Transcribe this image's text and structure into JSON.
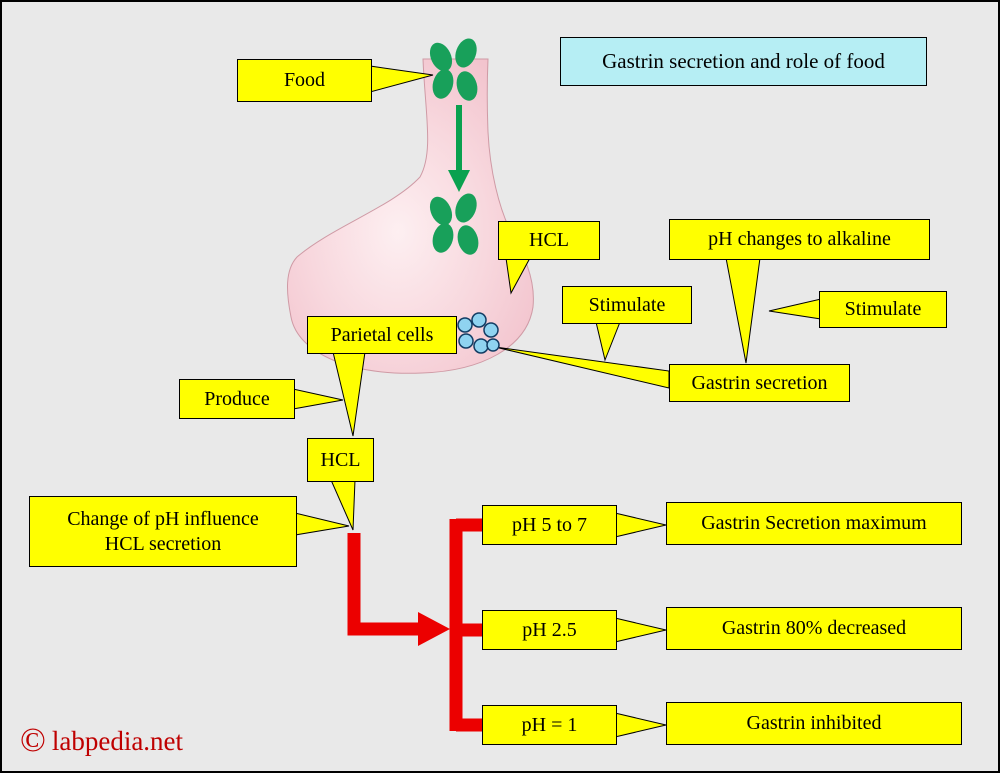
{
  "page": {
    "title": "Gastrin secretion and role of food",
    "copyright_symbol": "©",
    "watermark": "labpedia.net"
  },
  "labels": {
    "food": "Food",
    "hcl_top": "HCL",
    "ph_alkaline": "pH changes to alkaline",
    "stimulate_left": "Stimulate",
    "stimulate_right": "Stimulate",
    "parietal_cells": "Parietal cells",
    "gastrin_secretion": "Gastrin secretion",
    "produce": "Produce",
    "hcl_bottom": "HCL",
    "change_ph": "Change of pH influence HCL secretion"
  },
  "flow": [
    {
      "ph": "pH 5 to 7",
      "result": "Gastrin Secretion maximum"
    },
    {
      "ph": "pH  2.5",
      "result": "Gastrin 80% decreased"
    },
    {
      "ph": "pH = 1",
      "result": "Gastrin inhibited"
    }
  ],
  "colors": {
    "box_fill": "#ffff00",
    "title_fill": "#b6eef4",
    "stomach_fill": "#f6ccd4",
    "food_green": "#18a05a",
    "arrow_green": "#0aa14f",
    "cells_blue": "#8fd3f0",
    "arrow_red": "#ec0000",
    "watermark_red": "#bf0000",
    "background": "#e9e9e9"
  }
}
